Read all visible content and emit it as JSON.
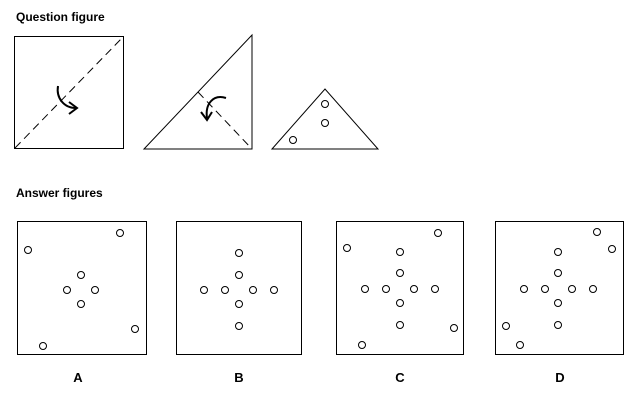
{
  "question_heading": "Question figure",
  "answer_heading": "Answer figures",
  "options": [
    {
      "label": "A"
    },
    {
      "label": "B"
    },
    {
      "label": "C"
    },
    {
      "label": "D"
    }
  ],
  "colors": {
    "ink": "#000000",
    "background": "#ffffff"
  }
}
